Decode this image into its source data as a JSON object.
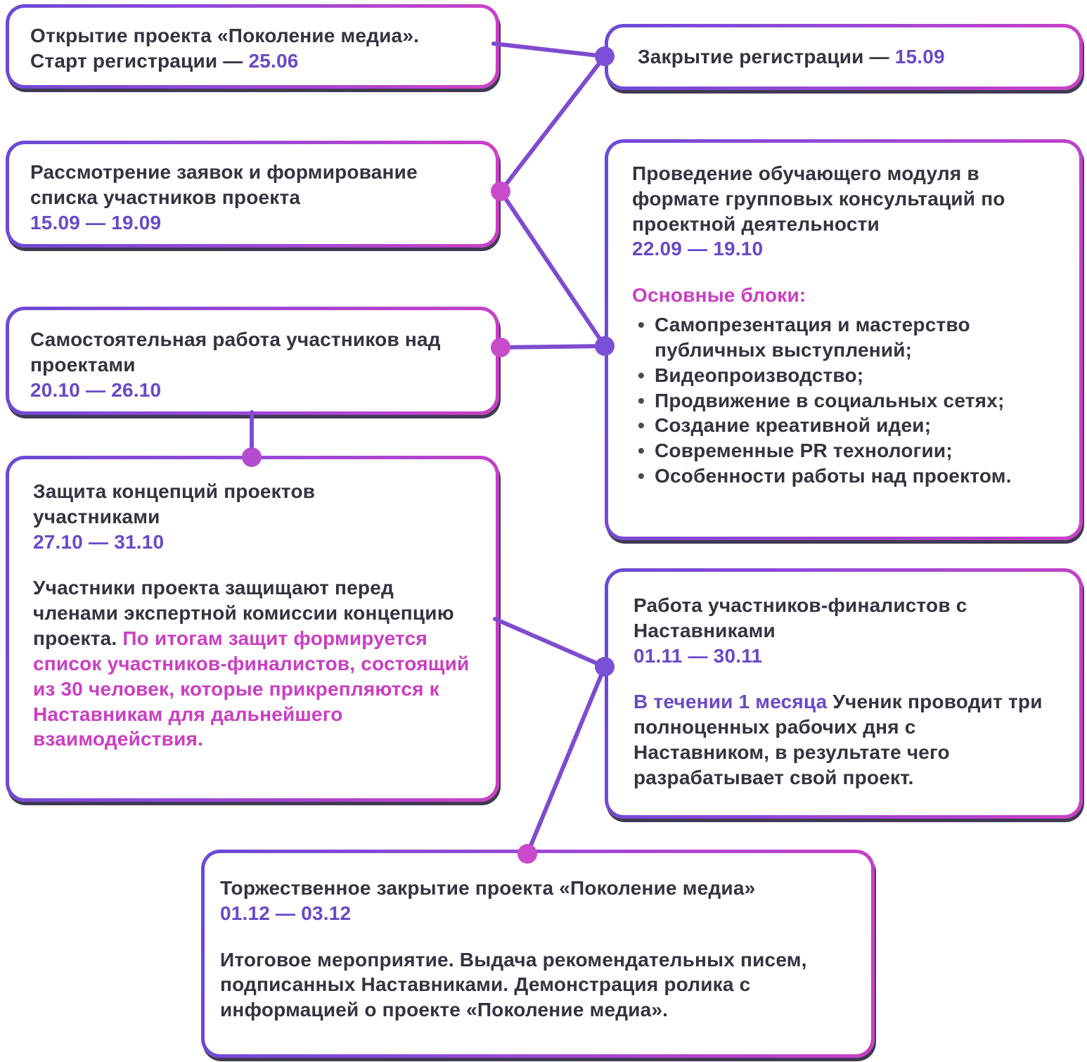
{
  "palette": {
    "accent_purple": "#6A49C8",
    "accent_pink": "#CB3EC2",
    "dark_text": "#343340",
    "node_purple": "#7B50D6",
    "node_pink": "#C94BCB",
    "line": "#7E4BD0"
  },
  "bullet_char": "•",
  "box1": {
    "title": "Открытие проекта «Поколение медиа».",
    "subtitle_prefix": "Старт регистрации — ",
    "date": "25.06"
  },
  "box2": {
    "prefix": "Закрытие регистрации — ",
    "date": "15.09"
  },
  "box3": {
    "title": "Рассмотрение заявок и формирование списка участников проекта",
    "date": "15.09 — 19.09"
  },
  "box4": {
    "title": "Проведение обучающего модуля в формате групповых консультаций по проектной деятельности",
    "date": "22.09 — 19.10",
    "blocks_heading": "Основные блоки:",
    "bullets": [
      "Самопрезентация и мастерство публичных выступлений;",
      "Видеопроизводство;",
      "Продвижение в социальных сетях;",
      "Создание креативной идеи;",
      "Современные PR технологии;",
      "Особенности работы над проектом."
    ]
  },
  "box5": {
    "title": "Самостоятельная работа участников над проектами",
    "date": "20.10 — 26.10"
  },
  "box6": {
    "title": "Защита концепций проектов участниками",
    "date": "27.10 — 31.10",
    "body_dark": "Участники проекта защищают перед членами экспертной комиссии концепцию проекта. ",
    "body_pink": "По итогам защит формируется список участников-финалистов, состоящий из 30 человек, которые прикрепляются к Наставникам для дальнейшего взаимодействия."
  },
  "box7": {
    "title": "Работа участников-финалистов с Наставниками",
    "date": "01.11 — 30.11",
    "body_highlight": "В течении 1 месяца",
    "body_rest": " Ученик проводит три полноценных рабочих дня с Наставником, в результате чего разрабатывает свой проект."
  },
  "box8": {
    "title": "Торжественное закрытие проекта «Поколение медиа»",
    "date": "01.12 — 03.12",
    "body": "Итоговое мероприятие. Выдача рекомендательных писем, подписанных Наставниками. Демонстрация ролика с информацией о проекте «Поколение медиа»."
  },
  "connections": [
    {
      "from": "opening",
      "to": "registration-close"
    },
    {
      "from": "registration-close",
      "to": "applications-review"
    },
    {
      "from": "applications-review",
      "to": "training-module"
    },
    {
      "from": "independent-work",
      "to": "training-module"
    },
    {
      "from": "independent-work",
      "to": "concept-defense"
    },
    {
      "from": "concept-defense",
      "to": "mentors-work"
    },
    {
      "from": "mentors-work",
      "to": "closing"
    }
  ]
}
